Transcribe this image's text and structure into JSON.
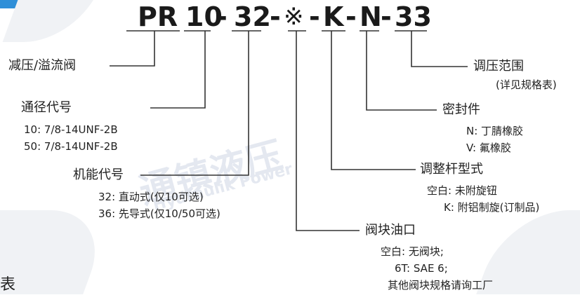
{
  "code": {
    "parts": [
      "PR",
      "10",
      "-",
      "32",
      "-",
      "※",
      "-",
      "K",
      "-",
      "N",
      "-",
      "33"
    ]
  },
  "left_labels": {
    "type_label": "减压/溢流阀",
    "bore": {
      "title": "通径代号",
      "options": [
        "10: 7/8-14UNF-2B",
        "50: 7/8-14UNF-2B"
      ]
    },
    "function": {
      "title": "机能代号",
      "options": [
        "32: 直动式(仅10可选)",
        "36: 先导式(仅10/50可选)"
      ]
    }
  },
  "right_labels": {
    "pressure": {
      "title": "调压范围",
      "note": "(详见规格表)"
    },
    "seal": {
      "title": "密封件",
      "options": [
        "N: 丁腈橡胶",
        "V: 氟橡胶"
      ]
    },
    "adjuster": {
      "title": "调整杆型式",
      "options": [
        "空白: 未附旋钮",
        "K: 附铝制旋(订制品)"
      ]
    },
    "port": {
      "title": "阀块油口",
      "options": [
        "空白: 无阀块;",
        "6T: SAE 6;",
        "其他阀块规格请询工厂"
      ]
    }
  },
  "bottom_left_text": "表",
  "watermark": {
    "cn": "通镇液压",
    "en": "Hydraulik Power"
  },
  "colors": {
    "text": "#222222",
    "line": "#333333",
    "tag": "#2f8fd8",
    "watermark": "#e7ebf3"
  }
}
